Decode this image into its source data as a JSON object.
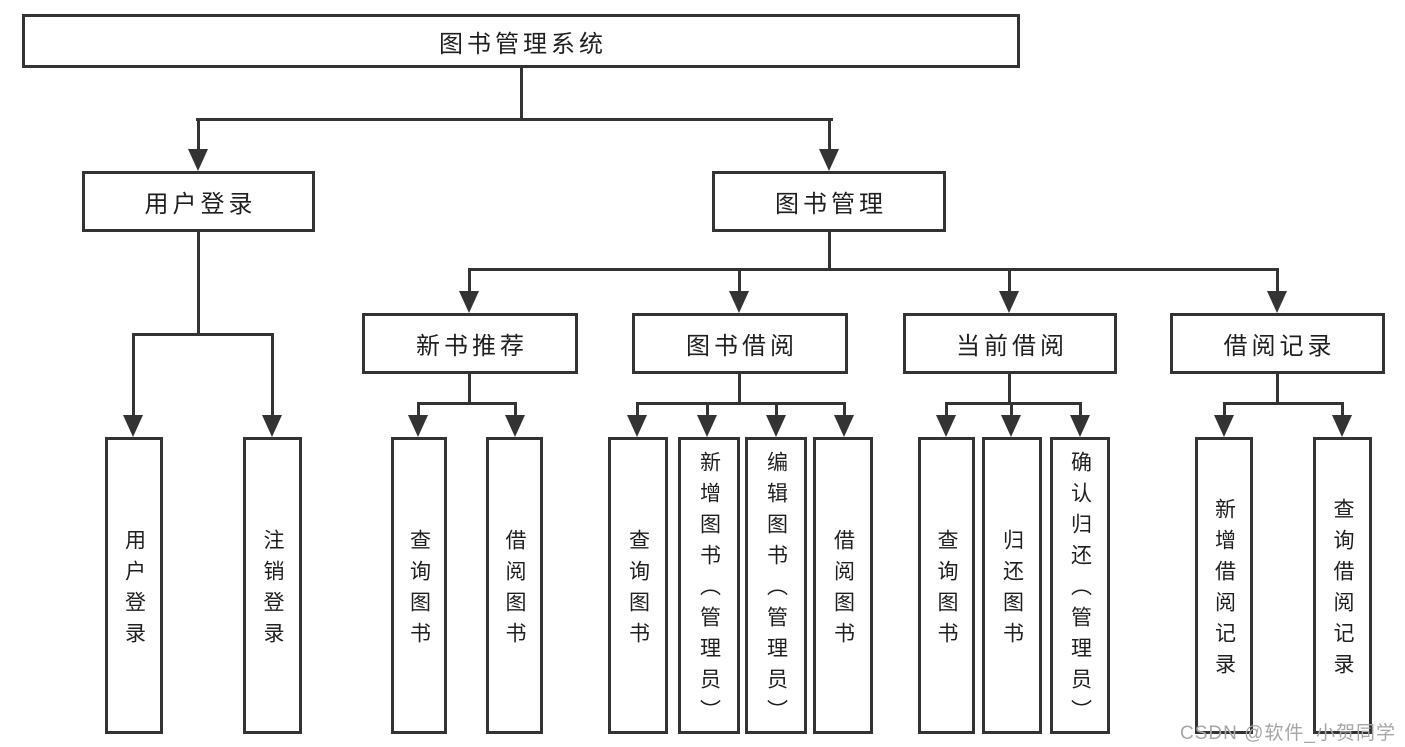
{
  "diagram_type": "tree",
  "nodes": {
    "root": "图书管理系统",
    "user_login": "用户登录",
    "book_mgmt": "图书管理",
    "new_book_rec": "新书推荐",
    "book_borrow": "图书借阅",
    "current_borrow": "当前借阅",
    "borrow_records": "借阅记录",
    "ul_user_login": "用户登录",
    "ul_logout": "注销登录",
    "nb_query": "查询图书",
    "nb_borrow": "借阅图书",
    "bb_query": "查询图书",
    "bb_add": "新增图书（管理员）",
    "bb_edit": "编辑图书（管理员）",
    "bb_borrow": "借阅图书",
    "cb_query": "查询图书",
    "cb_return": "归还图书",
    "cb_confirm": "确认归还（管理员）",
    "br_add": "新增借阅记录",
    "br_query": "查询借阅记录"
  },
  "hierarchy": {
    "图书管理系统": {
      "用户登录": [
        "用户登录",
        "注销登录"
      ],
      "图书管理": {
        "新书推荐": [
          "查询图书",
          "借阅图书"
        ],
        "图书借阅": [
          "查询图书",
          "新增图书（管理员）",
          "编辑图书（管理员）",
          "借阅图书"
        ],
        "当前借阅": [
          "查询图书",
          "归还图书",
          "确认归还（管理员）"
        ],
        "借阅记录": [
          "新增借阅记录",
          "查询借阅记录"
        ]
      }
    }
  },
  "watermark": "CSDN @软件_小贺同学",
  "colors": {
    "line": "#333333",
    "box_border": "#333333",
    "text": "#1f1f1f",
    "watermark": "#a6a6a6",
    "background": "#ffffff"
  }
}
